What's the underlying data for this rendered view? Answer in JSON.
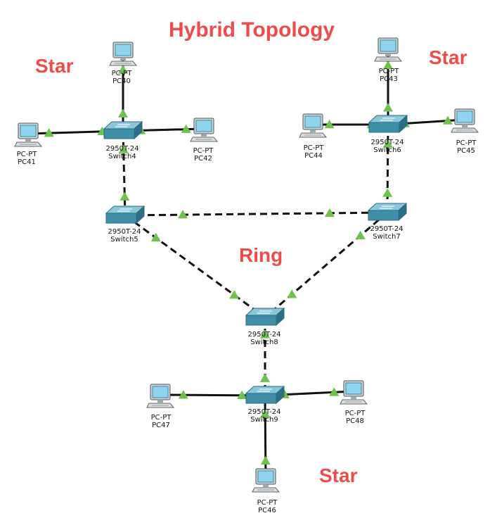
{
  "title": "Hybrid Topology",
  "section_labels": {
    "star_top_left": "Star",
    "star_top_right": "Star",
    "ring": "Ring",
    "star_bottom": "Star"
  },
  "colors": {
    "heading": "#ef4b4b",
    "link": "#111111",
    "link_up_indicator": "#6cc24a",
    "link_down_indicator": "#0d6b12",
    "switch_body": "#3f8fa8",
    "pc_screen": "#8fd3ee"
  },
  "nodes": {
    "switch4": {
      "model": "2950T-24",
      "name": "Switch4",
      "icon": "switch-icon"
    },
    "switch5": {
      "model": "2950T-24",
      "name": "Switch5",
      "icon": "switch-icon"
    },
    "switch6": {
      "model": "2950T-24",
      "name": "Switch6",
      "icon": "switch-icon"
    },
    "switch7": {
      "model": "2950T-24",
      "name": "Switch7",
      "icon": "switch-icon"
    },
    "switch8": {
      "model": "2950T-24",
      "name": "Switch8",
      "icon": "switch-icon"
    },
    "switch9": {
      "model": "2950T-24",
      "name": "Switch9",
      "icon": "switch-icon"
    },
    "pc40": {
      "model": "PC-PT",
      "name": "PC40",
      "icon": "pc-icon"
    },
    "pc41": {
      "model": "PC-PT",
      "name": "PC41",
      "icon": "pc-icon"
    },
    "pc42": {
      "model": "PC-PT",
      "name": "PC42",
      "icon": "pc-icon"
    },
    "pc43": {
      "model": "PC-PT",
      "name": "PC43",
      "icon": "pc-icon"
    },
    "pc44": {
      "model": "PC-PT",
      "name": "PC44",
      "icon": "pc-icon"
    },
    "pc45": {
      "model": "PC-PT",
      "name": "PC45",
      "icon": "pc-icon"
    },
    "pc46": {
      "model": "PC-PT",
      "name": "PC46",
      "icon": "pc-icon"
    },
    "pc47": {
      "model": "PC-PT",
      "name": "PC47",
      "icon": "pc-icon"
    },
    "pc48": {
      "model": "PC-PT",
      "name": "PC48",
      "icon": "pc-icon"
    }
  },
  "links": [
    {
      "from": "pc40",
      "to": "switch4",
      "style": "solid"
    },
    {
      "from": "pc41",
      "to": "switch4",
      "style": "solid"
    },
    {
      "from": "pc42",
      "to": "switch4",
      "style": "solid"
    },
    {
      "from": "switch4",
      "to": "switch5",
      "style": "dashed"
    },
    {
      "from": "pc43",
      "to": "switch6",
      "style": "solid"
    },
    {
      "from": "pc44",
      "to": "switch6",
      "style": "solid"
    },
    {
      "from": "pc45",
      "to": "switch6",
      "style": "solid"
    },
    {
      "from": "switch6",
      "to": "switch7",
      "style": "dashed"
    },
    {
      "from": "switch5",
      "to": "switch7",
      "style": "dashed"
    },
    {
      "from": "switch5",
      "to": "switch8",
      "style": "dashed"
    },
    {
      "from": "switch7",
      "to": "switch8",
      "style": "dashed"
    },
    {
      "from": "switch8",
      "to": "switch9",
      "style": "dashed"
    },
    {
      "from": "pc47",
      "to": "switch9",
      "style": "solid"
    },
    {
      "from": "pc48",
      "to": "switch9",
      "style": "solid"
    },
    {
      "from": "pc46",
      "to": "switch9",
      "style": "solid"
    }
  ]
}
